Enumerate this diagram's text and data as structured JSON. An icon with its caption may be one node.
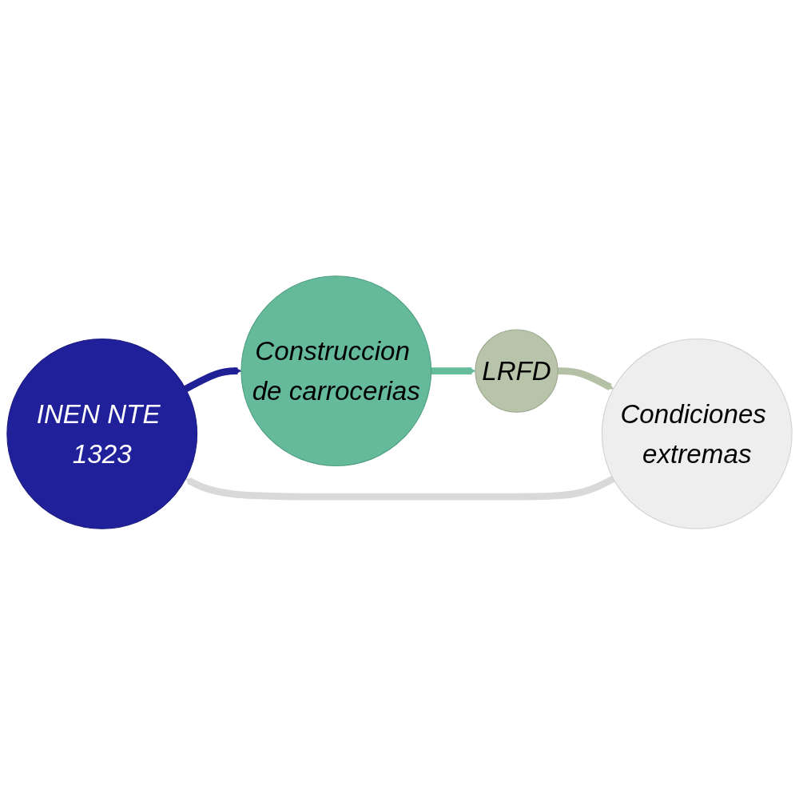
{
  "diagram": {
    "nodes": [
      {
        "text": [
          "INEN NTE 1323"
        ]
      },
      {
        "text": [
          "Construccion de carrocerias"
        ]
      },
      {
        "text": [
          "LRFD"
        ]
      },
      {
        "text": [
          "Condiciones extremas"
        ]
      }
    ],
    "edges": [
      {
        "from": 0,
        "to": 1,
        "arrow": "to",
        "color": "#1f1f96"
      },
      {
        "from": 1,
        "to": 2,
        "arrow": "to",
        "color": "#66bd9c"
      },
      {
        "from": 2,
        "to": 3,
        "arrow": "to",
        "color": "#b5c1a6"
      },
      {
        "from": 3,
        "to": 0,
        "arrow": "to",
        "color": "#d9d9d9"
      }
    ]
  }
}
